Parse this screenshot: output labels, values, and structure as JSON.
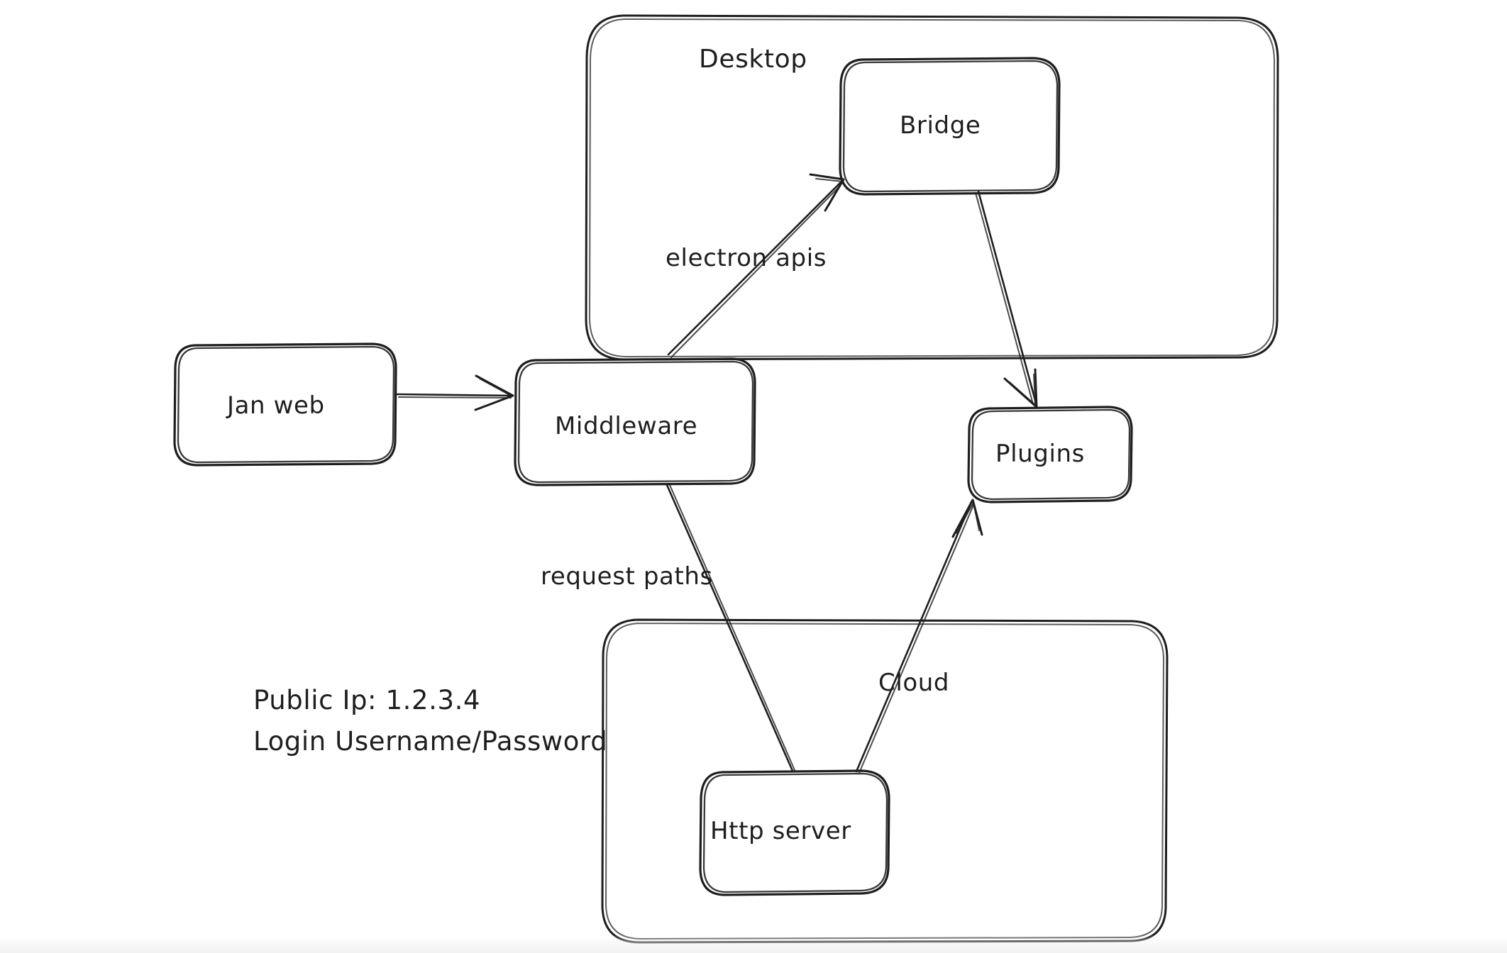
{
  "diagram": {
    "title": "Jan application architecture",
    "background_color": "#ffffff",
    "stroke_color": "#1e1e1e",
    "style": "hand-drawn sketch"
  },
  "containers": [
    {
      "id": "desktop",
      "label": "Desktop",
      "label_position": "top-center"
    },
    {
      "id": "cloud-container",
      "label": "",
      "label_position": "none"
    }
  ],
  "nodes": [
    {
      "id": "jan-web",
      "label": "Jan web"
    },
    {
      "id": "middleware",
      "label": "Middleware"
    },
    {
      "id": "bridge",
      "label": "Bridge"
    },
    {
      "id": "plugins",
      "label": "Plugins"
    },
    {
      "id": "http-server",
      "label": "Http server"
    }
  ],
  "edges": [
    {
      "id": "jan-web-to-middleware",
      "from": "jan-web",
      "to": "middleware",
      "label": ""
    },
    {
      "id": "middleware-to-bridge",
      "from": "middleware",
      "to": "bridge",
      "label": "electron apis"
    },
    {
      "id": "bridge-to-plugins",
      "from": "bridge",
      "to": "plugins",
      "label": ""
    },
    {
      "id": "middleware-to-http-server",
      "from": "middleware",
      "to": "http-server",
      "label": "request paths"
    },
    {
      "id": "http-server-to-plugins",
      "from": "http-server",
      "to": "plugins",
      "label": "Cloud"
    }
  ],
  "notes": {
    "id": "connection-note",
    "lines": [
      "Public Ip: 1.2.3.4",
      "Login Username/Password"
    ]
  }
}
